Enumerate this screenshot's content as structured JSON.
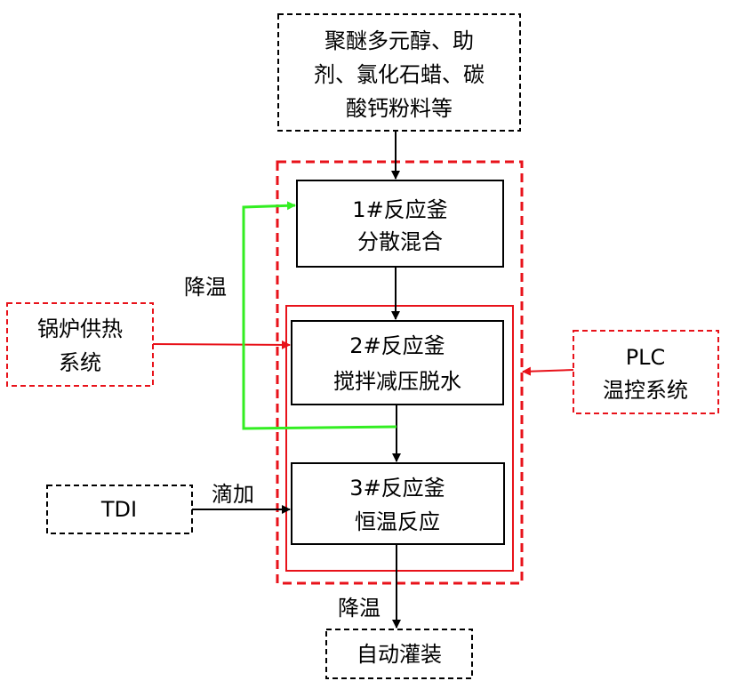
{
  "colors": {
    "black": "#000000",
    "red": "#e8121a",
    "green": "#33ee22"
  },
  "materials": {
    "line1": "聚醚多元醇、助",
    "line2": "剂、氯化石蜡、碳",
    "line3": "酸钙粉料等"
  },
  "reactor1": {
    "line1": "1#反应釜",
    "line2": "分散混合"
  },
  "reactor2": {
    "line1": "2#反应釜",
    "line2": "搅拌减压脱水"
  },
  "reactor3": {
    "line1": "3#反应釜",
    "line2": "恒温反应"
  },
  "boiler": {
    "line1": "锅炉供热",
    "line2": "系统"
  },
  "plc": {
    "line1": "PLC",
    "line2": "温控系统"
  },
  "tdi": {
    "label": "TDI"
  },
  "auto_fill": {
    "label": "自动灌装"
  },
  "labels": {
    "cooling_feedback": "降温",
    "dropwise": "滴加",
    "cooling_out": "降温"
  }
}
